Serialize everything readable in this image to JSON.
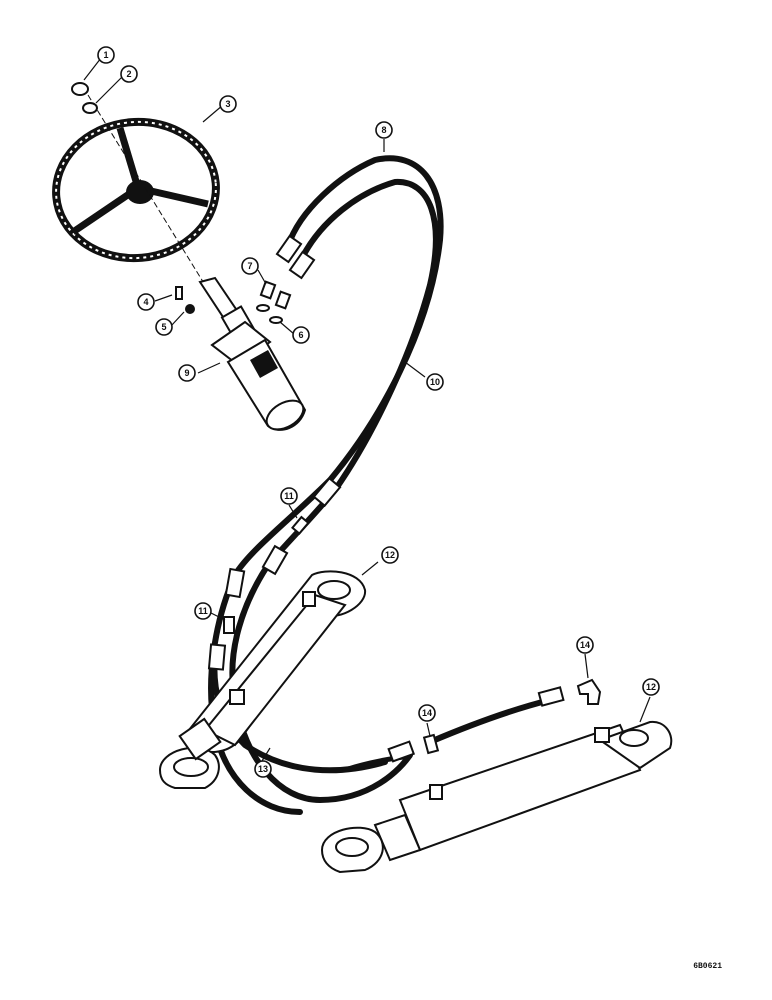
{
  "callouts": [
    {
      "id": "c1",
      "label": "1"
    },
    {
      "id": "c2",
      "label": "2"
    },
    {
      "id": "c3",
      "label": "3"
    },
    {
      "id": "c4",
      "label": "4"
    },
    {
      "id": "c5",
      "label": "5"
    },
    {
      "id": "c6",
      "label": "6"
    },
    {
      "id": "c7",
      "label": "7"
    },
    {
      "id": "c8",
      "label": "8"
    },
    {
      "id": "c9",
      "label": "9"
    },
    {
      "id": "c10",
      "label": "10"
    },
    {
      "id": "c11a",
      "label": "11"
    },
    {
      "id": "c11b",
      "label": "11"
    },
    {
      "id": "c12a",
      "label": "12"
    },
    {
      "id": "c12b",
      "label": "12"
    },
    {
      "id": "c13",
      "label": "13"
    },
    {
      "id": "c14a",
      "label": "14"
    },
    {
      "id": "c14b",
      "label": "14"
    }
  ],
  "drawing_number": "6B0621"
}
